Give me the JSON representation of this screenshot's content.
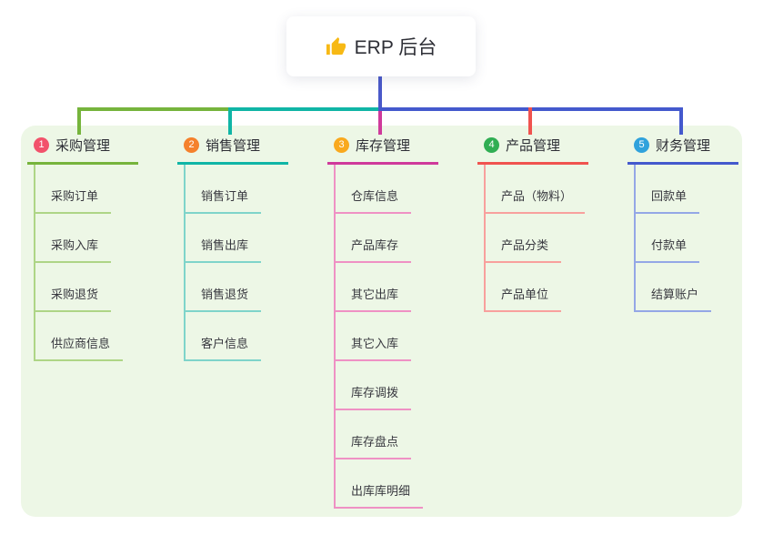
{
  "root": {
    "label": "ERP 后台",
    "icon": "thumbs-up-icon",
    "icon_color": "#f7b915",
    "connector_color": "#4a59c9"
  },
  "canvas": {
    "background_color": "#edf7e6"
  },
  "branches": [
    {
      "index": "1",
      "label": "采购管理",
      "badge_color": "#f2526b",
      "line_color": "#76b43c",
      "child_line_color": "#aed586",
      "children": [
        "采购订单",
        "采购入库",
        "采购退货",
        "供应商信息"
      ]
    },
    {
      "index": "2",
      "label": "销售管理",
      "badge_color": "#f5812c",
      "line_color": "#10b5a6",
      "child_line_color": "#7fd4ca",
      "children": [
        "销售订单",
        "销售出库",
        "销售退货",
        "客户信息"
      ]
    },
    {
      "index": "3",
      "label": "库存管理",
      "badge_color": "#f9a91e",
      "line_color": "#cf3a9b",
      "child_line_color": "#ef91c4",
      "children": [
        "仓库信息",
        "产品库存",
        "其它出库",
        "其它入库",
        "库存调拨",
        "库存盘点",
        "出库库明细"
      ]
    },
    {
      "index": "4",
      "label": "产品管理",
      "badge_color": "#30ae53",
      "line_color": "#f0534f",
      "child_line_color": "#f8a09d",
      "children": [
        "产品（物料）",
        "产品分类",
        "产品单位"
      ]
    },
    {
      "index": "5",
      "label": "财务管理",
      "badge_color": "#30a2dc",
      "line_color": "#4459cd",
      "child_line_color": "#94a7e6",
      "children": [
        "回款单",
        "付款单",
        "结算账户"
      ]
    }
  ]
}
